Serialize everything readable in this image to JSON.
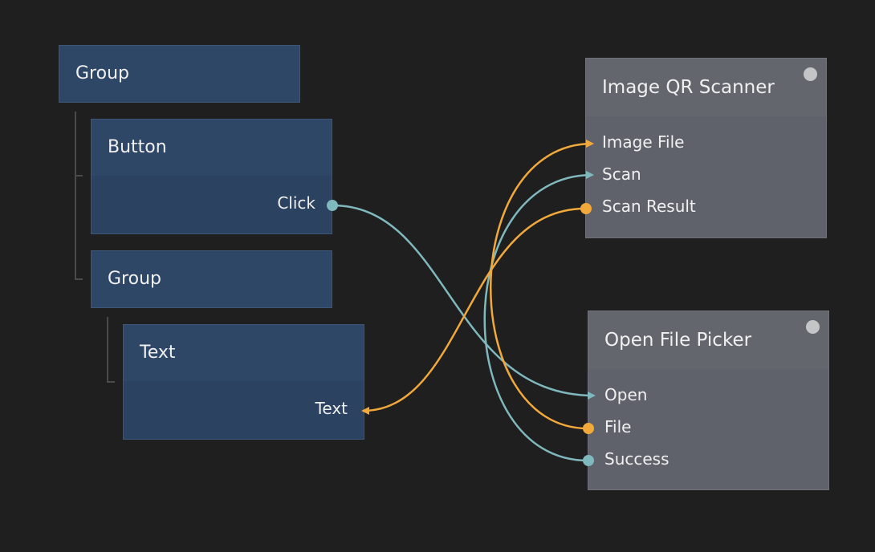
{
  "colors": {
    "signal": "#7fb8bd",
    "data": "#f2a93b",
    "visual_node": "#2e4766",
    "logic_node": "#63666d",
    "background": "#1f1f1f"
  },
  "nodes": {
    "group1": {
      "title": "Group"
    },
    "button": {
      "title": "Button",
      "port": "Click"
    },
    "group2": {
      "title": "Group"
    },
    "text": {
      "title": "Text",
      "port": "Text"
    },
    "scanner": {
      "title": "Image QR Scanner",
      "ports": [
        "Image File",
        "Scan",
        "Scan Result"
      ]
    },
    "picker": {
      "title": "Open File Picker",
      "ports": [
        "Open",
        "File",
        "Success"
      ]
    }
  },
  "connections": [
    {
      "from": "Button.Click",
      "to": "Open File Picker.Open",
      "type": "signal"
    },
    {
      "from": "Open File Picker.Success",
      "to": "Image QR Scanner.Scan",
      "type": "signal"
    },
    {
      "from": "Open File Picker.File",
      "to": "Image QR Scanner.Image File",
      "type": "data"
    },
    {
      "from": "Image QR Scanner.Scan Result",
      "to": "Text.Text",
      "type": "data"
    }
  ]
}
